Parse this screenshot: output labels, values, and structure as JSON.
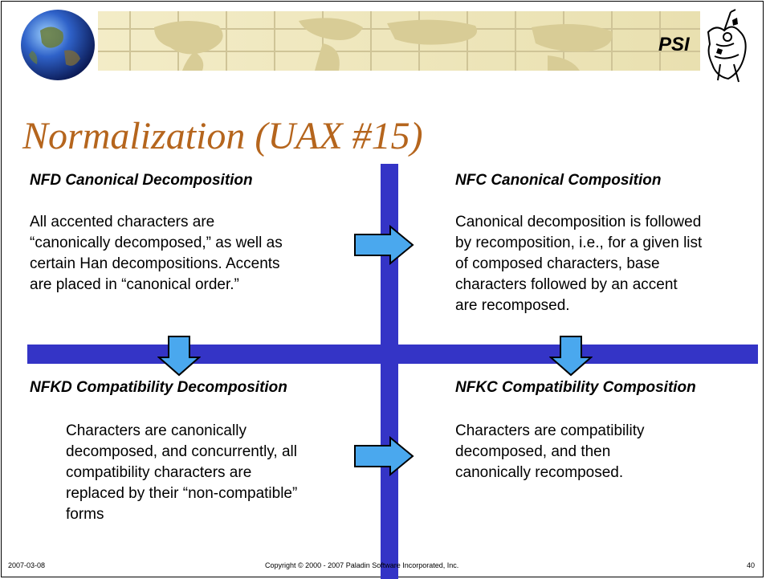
{
  "header": {
    "logo_text": "PSI"
  },
  "title": "Normalization (UAX #15)",
  "quadrants": {
    "nfd": {
      "heading": "NFD  Canonical Decomposition",
      "lines": [
        "All accented characters are",
        "“canonically decomposed,” as well as",
        "certain Han decompositions. Accents",
        "are placed in “canonical order.”"
      ]
    },
    "nfc": {
      "heading": "NFC  Canonical Composition",
      "lines": [
        "Canonical decomposition is followed",
        "by recomposition, i.e., for a given list",
        "of composed characters, base",
        "characters followed by an accent",
        "are recomposed."
      ]
    },
    "nfkd": {
      "heading": "NFKD  Compatibility Decomposition",
      "lines": [
        "Characters are canonically",
        "decomposed, and concurrently, all",
        "compatibility characters are",
        "replaced by their “non-compatible”",
        "forms"
      ]
    },
    "nfkc": {
      "heading": "NFKC Compatibility Composition",
      "lines": [
        "Characters are compatibility",
        "decomposed, and then",
        "canonically recomposed."
      ]
    }
  },
  "footer": {
    "date": "2007-03-08",
    "copyright": "Copyright © 2000 - 2007 Paladin Software Incorporated, Inc.",
    "page": "40"
  },
  "colors": {
    "title": "#b5651d",
    "cross": "#3434c6",
    "arrow_fill": "#4aa8ee"
  }
}
